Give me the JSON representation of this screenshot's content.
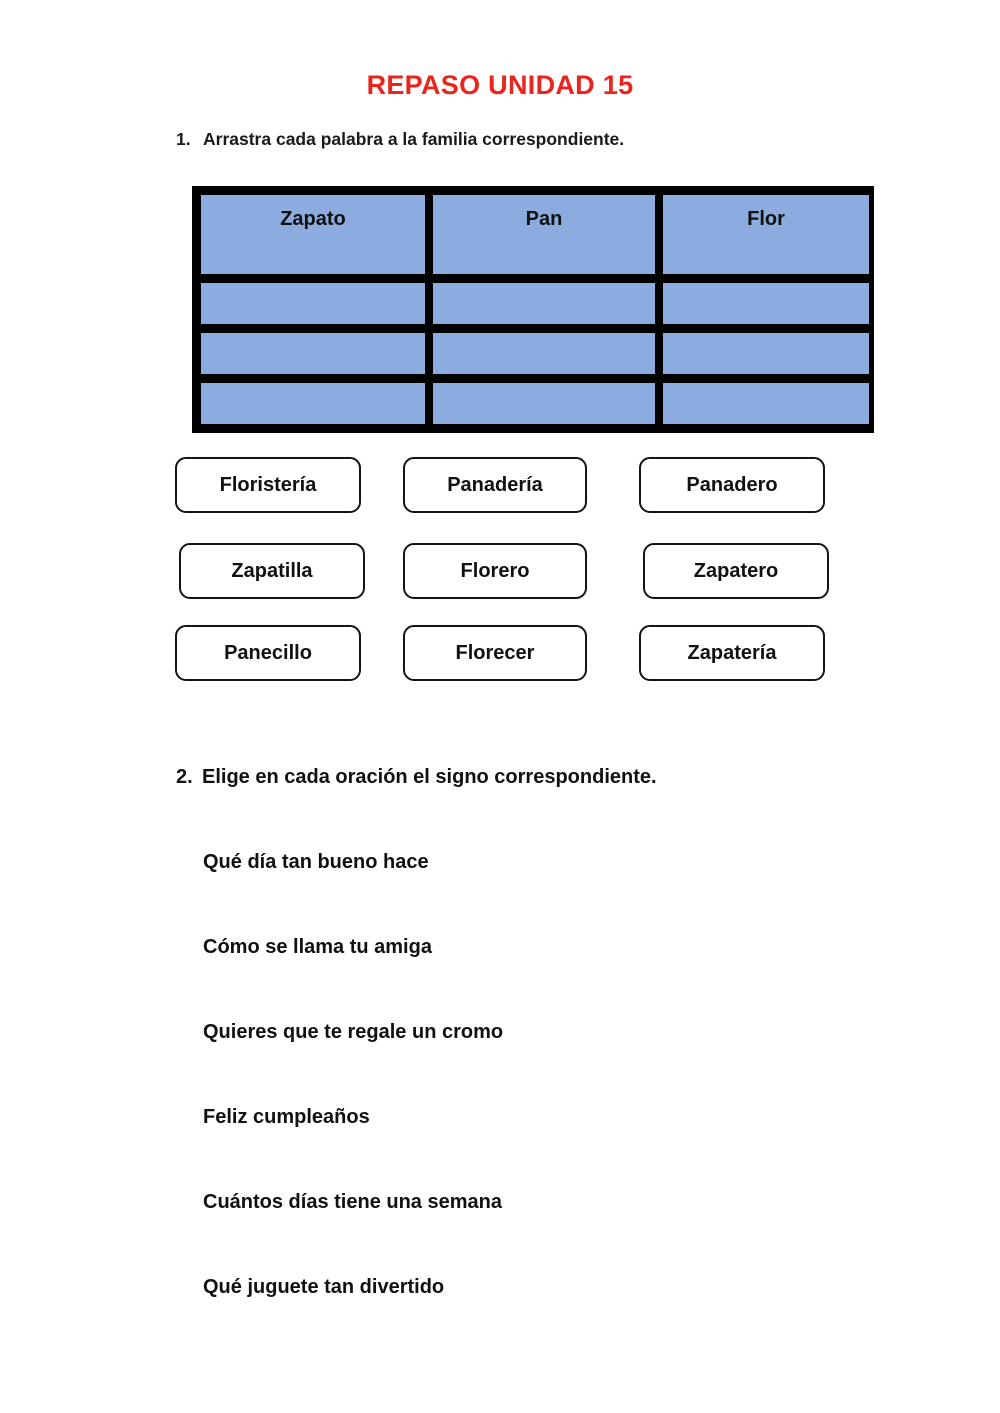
{
  "title": "REPASO UNIDAD 15",
  "colors": {
    "title_red": "#e8251f",
    "cell_blue": "#8cace0",
    "border_black": "#000000"
  },
  "exercise1": {
    "number": "1.",
    "instruction": "Arrastra cada palabra a la familia correspondiente.",
    "table": {
      "headers": [
        "Zapato",
        "Pan",
        "Flor"
      ],
      "empty_rows": 3
    },
    "word_bank": [
      [
        "Floristería",
        "Panadería",
        "Panadero"
      ],
      [
        "Zapatilla",
        "Florero",
        "Zapatero"
      ],
      [
        "Panecillo",
        "Florecer",
        "Zapatería"
      ]
    ]
  },
  "exercise2": {
    "number": "2.",
    "instruction": "Elige en cada oración el signo correspondiente.",
    "sentences": [
      "Qué día tan bueno hace",
      "Cómo se llama tu amiga",
      "Quieres que te regale un cromo",
      "Feliz cumpleaños",
      "Cuántos días tiene una semana",
      "Qué juguete tan divertido"
    ]
  }
}
